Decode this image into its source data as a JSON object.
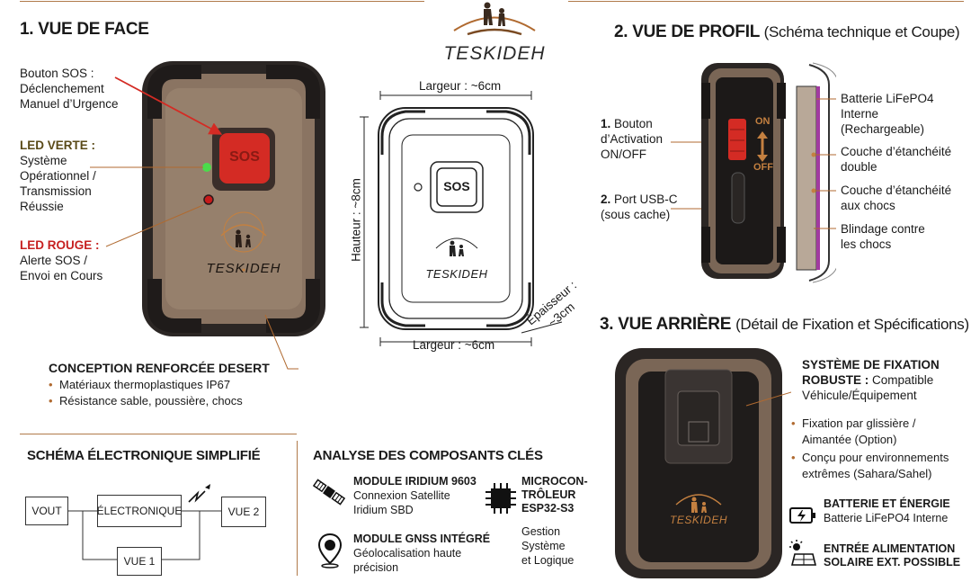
{
  "brand": "TESKIDEH",
  "front": {
    "title": "1. VUE DE FACE",
    "sos_label": [
      "Bouton SOS :",
      "Déclenchement",
      "Manuel d’Urgence"
    ],
    "led_green_title": "LED VERTE :",
    "led_green_text": [
      "Système",
      "Opérationnel /",
      "Transmission",
      "Réussie"
    ],
    "led_red_title": "LED ROUGE :",
    "led_red_text": [
      "Alerte SOS /",
      "Envoi en Cours"
    ],
    "sos_button": "SOS",
    "design_title": "CONCEPTION RENFORCÉE DESERT",
    "design_points": [
      "Matériaux thermoplastiques IP67",
      "Résistance sable, poussière, chocs"
    ]
  },
  "sketch": {
    "width_top": "Largeur : ~6cm",
    "width_bottom": "Largeur : ~6cm",
    "height": "Hauteur : ~8cm",
    "thickness": [
      "Épaisseur :",
      "~3cm"
    ],
    "sos": "SOS"
  },
  "profile": {
    "title": "2. VUE DE PROFIL",
    "subtitle": "(Schéma technique et Coupe)",
    "btn_num": "1.",
    "btn_label": [
      "Bouton",
      "d’Activation",
      "ON/OFF"
    ],
    "usb_num": "2.",
    "usb_label": [
      "Port USB-C",
      "(sous cache)"
    ],
    "on": "ON",
    "off": "OFF",
    "layers": [
      [
        "Batterie LiFePO4 Interne",
        "(Rechargeable)"
      ],
      [
        "Couche d’étanchéité",
        "double"
      ],
      [
        "Couche d’étanchéité",
        "aux chocs"
      ],
      [
        "Blindage contre",
        "les chocs"
      ]
    ]
  },
  "back": {
    "title": "3. VUE ARRIÈRE",
    "subtitle": "(Détail de Fixation et Spécifications)",
    "fix_title_1": "SYSTÈME DE FIXATION",
    "fix_title_2": "ROBUSTE :",
    "fix_text_1": "Compatible",
    "fix_text_2": "Véhicule/Équipement",
    "fix_points": [
      [
        "Fixation par glissière /",
        "Aimantée (Option)"
      ],
      [
        "Conçu pour environnements",
        "extrêmes (Sahara/Sahel)"
      ]
    ],
    "battery_title": "BATTERIE ET ÉNERGIE",
    "battery_text": "Batterie LiFePO4 Interne",
    "solar_title_1": "ENTRÉE ALIMENTATION",
    "solar_title_2": "SOLAIRE EXT. POSSIBLE"
  },
  "schematic": {
    "title": "SCHÉMA ÉLECTRONIQUE SIMPLIFIÉ",
    "boxes": [
      "VOUT",
      "ÉLECTRONIQUE",
      "VUE 2",
      "VUE 1"
    ]
  },
  "components": {
    "title": "ANALYSE DES COMPOSANTS CLÉS",
    "iridium_title": "MODULE IRIDIUM 9603",
    "iridium_text": [
      "Connexion Satellite",
      "Iridium SBD"
    ],
    "gnss_title": "MODULE GNSS INTÉGRÉ",
    "gnss_text": [
      "Géolocalisation haute",
      "précision"
    ],
    "mcu_title": [
      "MICROCON-",
      "TRÔLEUR",
      "ESP32-S3"
    ],
    "mcu_text": [
      "Gestion",
      "Système",
      "et Logique"
    ]
  },
  "colors": {
    "accent": "#b06a30",
    "device_body": "#8a7462",
    "device_rubber": "#2b2624",
    "sos_red": "#d42b24",
    "led_green": "#4bdc4b",
    "led_red": "#c71a1a"
  }
}
